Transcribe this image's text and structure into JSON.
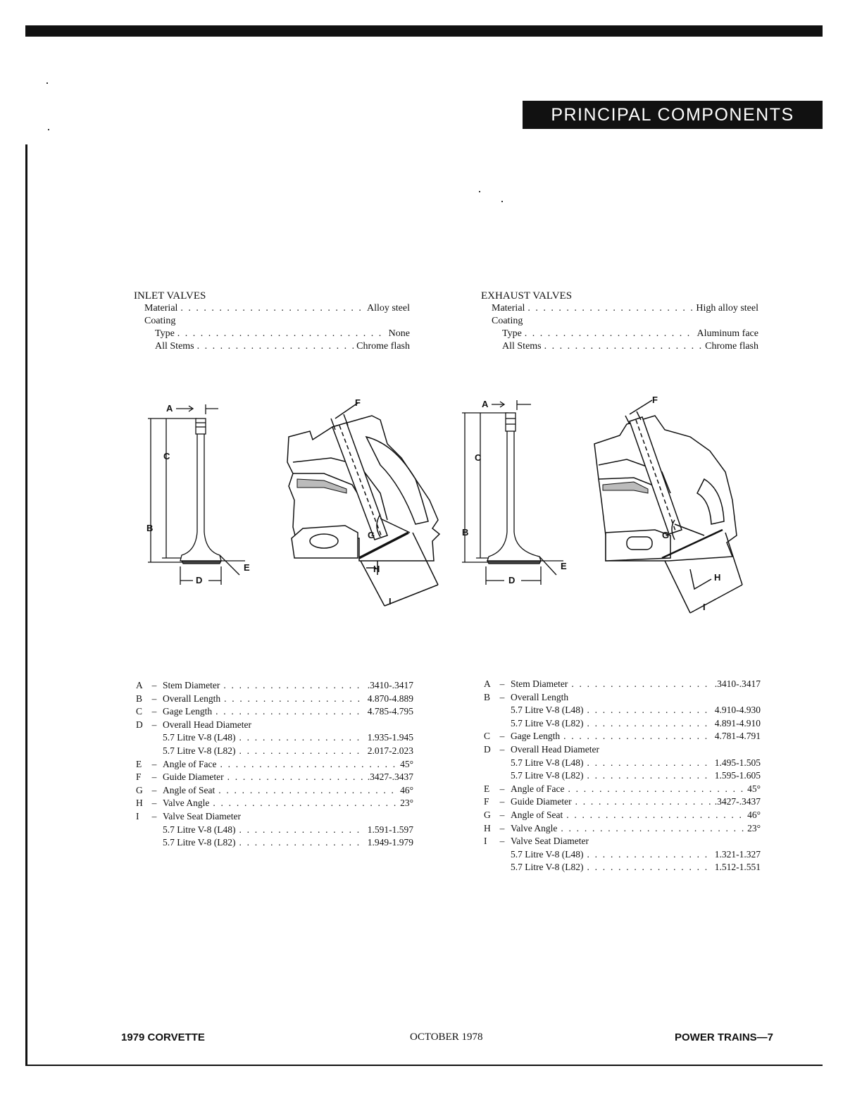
{
  "banner": "PRINCIPAL COMPONENTS",
  "inlet": {
    "title": "INLET VALVES",
    "rows": [
      {
        "label": "Material",
        "value": "Alloy steel"
      },
      {
        "label": "Coating",
        "value": ""
      },
      {
        "label": "Type",
        "value": "None"
      },
      {
        "label": "All Stems",
        "value": "Chrome flash"
      }
    ]
  },
  "exhaust": {
    "title": "EXHAUST VALVES",
    "rows": [
      {
        "label": "Material",
        "value": "High alloy steel"
      },
      {
        "label": "Coating",
        "value": ""
      },
      {
        "label": "Type",
        "value": "Aluminum face"
      },
      {
        "label": "All Stems",
        "value": "Chrome flash"
      }
    ]
  },
  "diagram_labels": {
    "a": "A",
    "b": "B",
    "c": "C",
    "d": "D",
    "e": "E",
    "f": "F",
    "g": "G",
    "h": "H",
    "i": "I"
  },
  "inlet_dims": [
    {
      "letter": "A",
      "label": "Stem Diameter",
      "value": ".3410-.3417"
    },
    {
      "letter": "B",
      "label": "Overall Length",
      "value": "4.870-4.889"
    },
    {
      "letter": "C",
      "label": "Gage Length",
      "value": "4.785-4.795"
    },
    {
      "letter": "D",
      "label": "Overall Head Diameter",
      "value": ""
    },
    {
      "letter": "",
      "label": "5.7 Litre V-8 (L48)",
      "value": "1.935-1.945"
    },
    {
      "letter": "",
      "label": "5.7 Litre V-8 (L82)",
      "value": "2.017-2.023"
    },
    {
      "letter": "E",
      "label": "Angle of Face",
      "value": "45°"
    },
    {
      "letter": "F",
      "label": "Guide Diameter",
      "value": ".3427-.3437"
    },
    {
      "letter": "G",
      "label": "Angle of Seat",
      "value": "46°"
    },
    {
      "letter": "H",
      "label": "Valve Angle",
      "value": "23°"
    },
    {
      "letter": "I",
      "label": "Valve Seat Diameter",
      "value": ""
    },
    {
      "letter": "",
      "label": "5.7 Litre V-8 (L48)",
      "value": "1.591-1.597"
    },
    {
      "letter": "",
      "label": "5.7 Litre V-8 (L82)",
      "value": "1.949-1.979"
    }
  ],
  "exhaust_dims": [
    {
      "letter": "A",
      "label": "Stem Diameter",
      "value": ".3410-.3417"
    },
    {
      "letter": "B",
      "label": "Overall Length",
      "value": ""
    },
    {
      "letter": "",
      "label": "5.7 Litre V-8 (L48)",
      "value": "4.910-4.930"
    },
    {
      "letter": "",
      "label": "5.7 Litre V-8 (L82)",
      "value": "4.891-4.910"
    },
    {
      "letter": "C",
      "label": "Gage Length",
      "value": "4.781-4.791"
    },
    {
      "letter": "D",
      "label": "Overall Head Diameter",
      "value": ""
    },
    {
      "letter": "",
      "label": "5.7 Litre V-8 (L48)",
      "value": "1.495-1.505"
    },
    {
      "letter": "",
      "label": "5.7 Litre V-8 (L82)",
      "value": "1.595-1.605"
    },
    {
      "letter": "E",
      "label": "Angle of Face",
      "value": "45°"
    },
    {
      "letter": "F",
      "label": "Guide Diameter",
      "value": ".3427-.3437"
    },
    {
      "letter": "G",
      "label": "Angle of Seat",
      "value": "46°"
    },
    {
      "letter": "H",
      "label": "Valve Angle",
      "value": "23°"
    },
    {
      "letter": "I",
      "label": "Valve Seat Diameter",
      "value": ""
    },
    {
      "letter": "",
      "label": "5.7 Litre V-8 (L48)",
      "value": "1.321-1.327"
    },
    {
      "letter": "",
      "label": "5.7 Litre V-8 (L82)",
      "value": "1.512-1.551"
    }
  ],
  "footer": {
    "left": "1979 CORVETTE",
    "center": "OCTOBER 1978",
    "right": "POWER TRAINS—7"
  }
}
